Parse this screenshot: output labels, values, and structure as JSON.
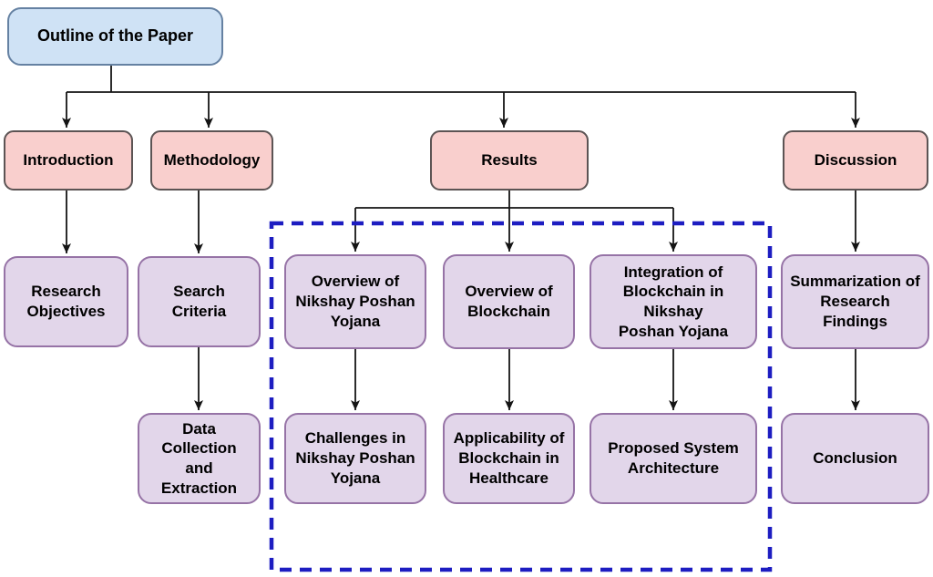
{
  "diagram_title": "Outline of the Paper",
  "nodes": {
    "root": "Outline of the Paper",
    "introduction": "Introduction",
    "methodology": "Methodology",
    "results": "Results",
    "discussion": "Discussion",
    "research_objectives": "Research\nObjectives",
    "search_criteria": "Search Criteria",
    "overview_npy": "Overview of\nNikshay Poshan\nYojana",
    "overview_blockchain": "Overview of\nBlockchain",
    "integration_npy": "Integration of\nBlockchain in Nikshay\nPoshan Yojana",
    "summarization": "Summarization of\nResearch Findings",
    "data_collection": "Data Collection\nand Extraction",
    "challenges_npy": "Challenges in\nNikshay Poshan\nYojana",
    "applicability": "Applicability of\nBlockchain in\nHealthcare",
    "proposed_system": "Proposed System\nArchitecture",
    "conclusion": "Conclusion"
  },
  "edges": [
    {
      "from": "root",
      "to": "introduction"
    },
    {
      "from": "root",
      "to": "methodology"
    },
    {
      "from": "root",
      "to": "results"
    },
    {
      "from": "root",
      "to": "discussion"
    },
    {
      "from": "introduction",
      "to": "research_objectives"
    },
    {
      "from": "methodology",
      "to": "search_criteria"
    },
    {
      "from": "results",
      "to": "overview_npy"
    },
    {
      "from": "results",
      "to": "overview_blockchain"
    },
    {
      "from": "results",
      "to": "integration_npy"
    },
    {
      "from": "discussion",
      "to": "summarization"
    },
    {
      "from": "search_criteria",
      "to": "data_collection"
    },
    {
      "from": "overview_npy",
      "to": "challenges_npy"
    },
    {
      "from": "overview_blockchain",
      "to": "applicability"
    },
    {
      "from": "integration_npy",
      "to": "proposed_system"
    },
    {
      "from": "summarization",
      "to": "conclusion"
    }
  ],
  "results_group": {
    "border_style": "dashed",
    "members": [
      "overview_npy",
      "overview_blockchain",
      "integration_npy",
      "challenges_npy",
      "applicability",
      "proposed_system"
    ]
  },
  "colors": {
    "root_fill": "#cfe2f5",
    "root_stroke": "#6581a2",
    "section_fill": "#f9cfcd",
    "section_stroke": "#5c5454",
    "topic_fill": "#e2d6ea",
    "topic_stroke": "#9673a6",
    "edge_color": "#141414",
    "group_border": "#1d1dc1",
    "text_color": "#000000",
    "background": "#ffffff"
  }
}
